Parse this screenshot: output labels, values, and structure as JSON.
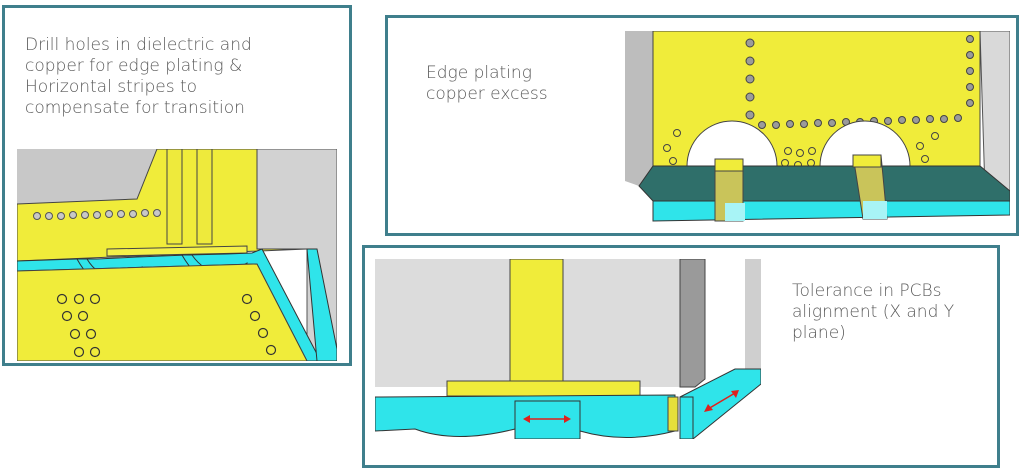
{
  "panels": [
    {
      "id": "drill-holes",
      "caption": [
        "Drill holes in dielectric and",
        "copper for edge plating &",
        "Horizontal stripes to",
        "compensate for transition"
      ]
    },
    {
      "id": "edge-plating",
      "caption": [
        "Edge plating",
        "copper excess"
      ]
    },
    {
      "id": "tolerance",
      "caption": [
        "Tolerance in PCBs",
        "alignment (X and Y",
        "plane)"
      ]
    }
  ],
  "colors": {
    "border": "#3f7f8c",
    "copper_yellow": "#f0ec3a",
    "dielectric_cyan": "#2fe4ea",
    "dark_teal": "#2f6f6a",
    "grey_body": "#d6d6d6",
    "arrow_red": "#e0201c"
  }
}
